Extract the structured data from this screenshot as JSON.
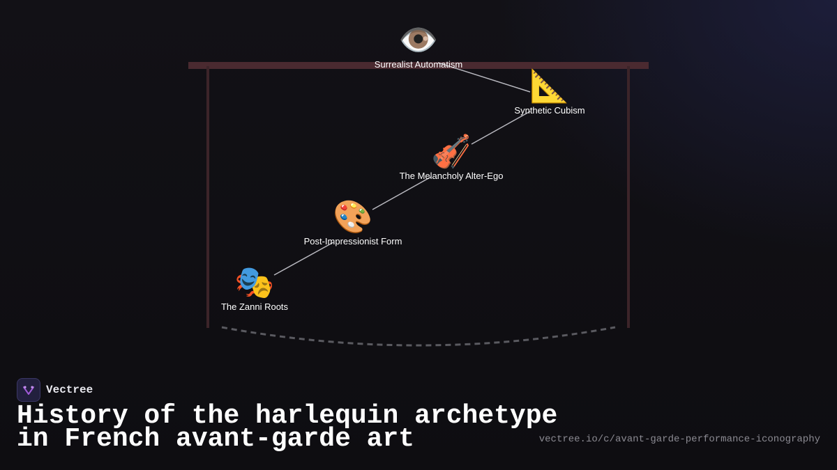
{
  "colors": {
    "background": "#0f0e12",
    "frame": "#4a2a30",
    "connector": "#b9b9c0",
    "dashed_arc": "#5a5a60",
    "label": "#ffffff",
    "url": "#8b8a92"
  },
  "diagram": {
    "nodes": [
      {
        "id": "surrealist",
        "emoji": "👁️",
        "icon": "eye-icon",
        "label": "Surrealist Automatism"
      },
      {
        "id": "cubism",
        "emoji": "📐",
        "icon": "triangular-ruler-icon",
        "label": "Synthetic Cubism"
      },
      {
        "id": "melancholy",
        "emoji": "🎻",
        "icon": "violin-icon",
        "label": "The Melancholy Alter-Ego"
      },
      {
        "id": "post-impressionist",
        "emoji": "🎨",
        "icon": "artist-palette-icon",
        "label": "Post-Impressionist Form"
      },
      {
        "id": "zanni",
        "emoji": "🎭",
        "icon": "theater-masks-icon",
        "label": "The Zanni Roots"
      }
    ],
    "edges": [
      [
        "zanni",
        "post-impressionist"
      ],
      [
        "post-impressionist",
        "melancholy"
      ],
      [
        "melancholy",
        "cubism"
      ],
      [
        "cubism",
        "surrealist"
      ]
    ]
  },
  "footer": {
    "brand": "Vectree",
    "title_line1": "History of the harlequin archetype",
    "title_line2": "in French avant-garde art",
    "url": "vectree.io/c/avant-garde-performance-iconography"
  }
}
